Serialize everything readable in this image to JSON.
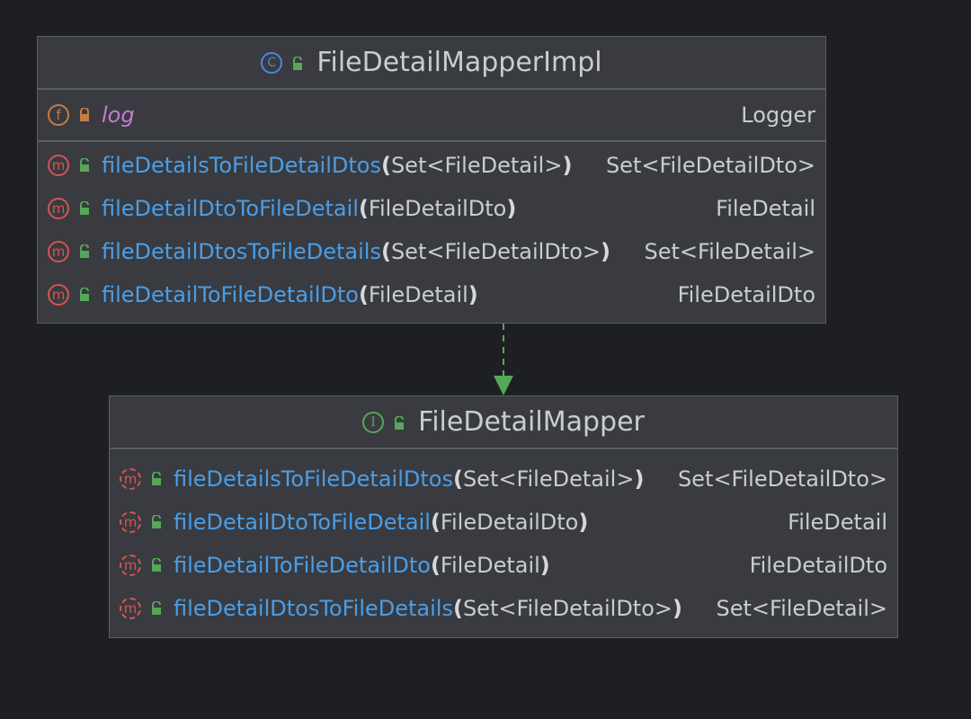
{
  "colors": {
    "background": "#1e1f22",
    "node_bg": "#393b40",
    "method_name": "#4a9ee8",
    "field_name": "#c57bd4",
    "edge": "#54a857"
  },
  "impl": {
    "title": "FileDetailMapperImpl",
    "kind_icon": "class-icon",
    "kind_glyph": "C",
    "fields": [
      {
        "name": "log",
        "type": "Logger",
        "icon": "field-icon",
        "glyph": "f"
      }
    ],
    "methods": [
      {
        "name": "fileDetailsToFileDetailDtos",
        "params": "Set<FileDetail>",
        "return": "Set<FileDetailDto>",
        "glyph": "m"
      },
      {
        "name": "fileDetailDtoToFileDetail",
        "params": "FileDetailDto",
        "return": "FileDetail",
        "glyph": "m"
      },
      {
        "name": "fileDetailDtosToFileDetails",
        "params": "Set<FileDetailDto>",
        "return": "Set<FileDetail>",
        "glyph": "m"
      },
      {
        "name": "fileDetailToFileDetailDto",
        "params": "FileDetail",
        "return": "FileDetailDto",
        "glyph": "m"
      }
    ]
  },
  "iface": {
    "title": "FileDetailMapper",
    "kind_icon": "interface-icon",
    "kind_glyph": "I",
    "methods": [
      {
        "name": "fileDetailsToFileDetailDtos",
        "params": "Set<FileDetail>",
        "return": "Set<FileDetailDto>",
        "glyph": "m"
      },
      {
        "name": "fileDetailDtoToFileDetail",
        "params": "FileDetailDto",
        "return": "FileDetail",
        "glyph": "m"
      },
      {
        "name": "fileDetailToFileDetailDto",
        "params": "FileDetail",
        "return": "FileDetailDto",
        "glyph": "m"
      },
      {
        "name": "fileDetailDtosToFileDetails",
        "params": "Set<FileDetailDto>",
        "return": "Set<FileDetail>",
        "glyph": "m"
      }
    ]
  },
  "edge": {
    "type": "implements",
    "style": "dashed"
  }
}
